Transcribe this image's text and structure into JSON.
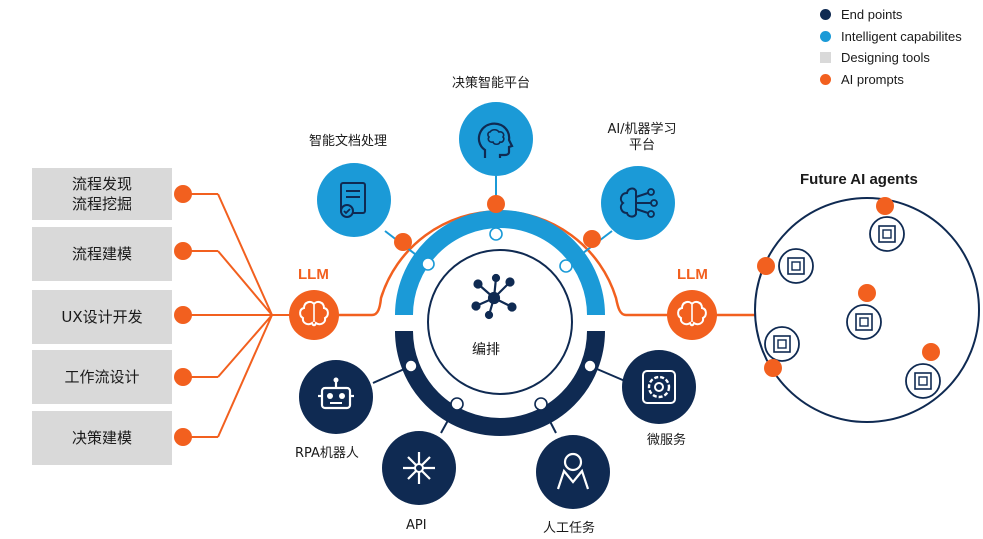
{
  "legend": [
    {
      "label": "End points",
      "color": "#0f2a52",
      "shape": "circle"
    },
    {
      "label": "Intelligent capabilites",
      "color": "#1b9ad7",
      "shape": "circle"
    },
    {
      "label": "Designing tools",
      "color": "#d9d9d9",
      "shape": "square"
    },
    {
      "label": "AI prompts",
      "color": "#f2601f",
      "shape": "circle"
    }
  ],
  "design_tools": [
    {
      "line1": "流程发现",
      "line2": "流程挖掘"
    },
    {
      "line1": "流程建模",
      "line2": ""
    },
    {
      "line1": "UX设计开发",
      "line2": ""
    },
    {
      "line1": "工作流设计",
      "line2": ""
    },
    {
      "line1": "决策建模",
      "line2": ""
    }
  ],
  "llm_left": "LLM",
  "llm_right": "LLM",
  "center_label": "编排",
  "capabilities": {
    "doc": "智能文档处理",
    "decision": "决策智能平台",
    "ml_line1": "AI/机器学习",
    "ml_line2": "平台"
  },
  "endpoints": {
    "rpa": "RPA机器人",
    "api": "API",
    "human": "人工任务",
    "micro": "微服务"
  },
  "future_agents_title": "Future AI agents",
  "colors": {
    "navy": "#0f2a52",
    "blue": "#1b9ad7",
    "orange": "#f2601f",
    "gray": "#d9d9d9"
  }
}
